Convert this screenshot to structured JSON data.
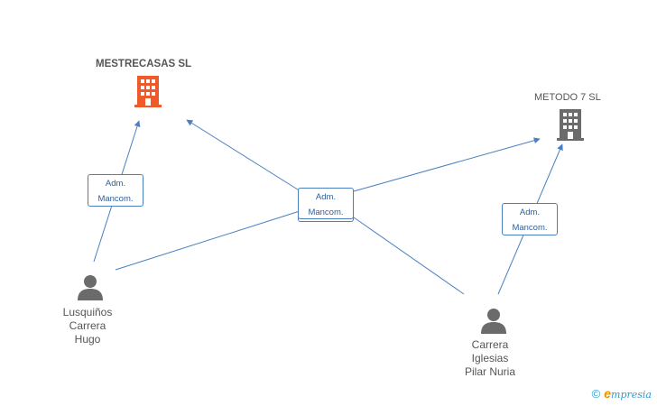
{
  "companies": {
    "main": {
      "name": "MESTRECASAS SL",
      "icon": "building-icon",
      "color": "#ee5a2a"
    },
    "secondary": {
      "name": "METODO 7 SL",
      "icon": "building-icon",
      "color": "#6b6b6b"
    }
  },
  "people": [
    {
      "name_lines": [
        "Lusquiños",
        "Carrera",
        "Hugo"
      ],
      "icon": "person-icon"
    },
    {
      "name_lines": [
        "Carrera",
        "Iglesias",
        "Pilar Nuria"
      ],
      "icon": "person-icon"
    }
  ],
  "roles": {
    "left": {
      "line1": "Adm.",
      "line2": "Mancom."
    },
    "center": {
      "line1": "Adm.",
      "line2": "Mancom."
    },
    "right": {
      "line1": "Adm.",
      "line2": "Mancom."
    }
  },
  "colors": {
    "edge": "#4a7fc1",
    "person": "#6b6b6b"
  },
  "watermark": {
    "copyright": "©",
    "brand_initial": "e",
    "brand_rest": "mpresia"
  }
}
